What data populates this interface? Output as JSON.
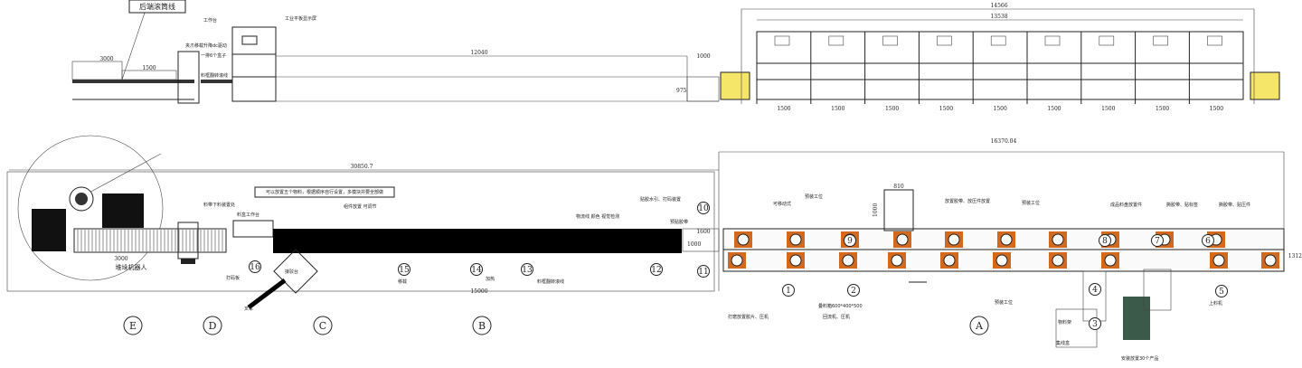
{
  "title_box": "后端滚筒线",
  "top_view": {
    "dims": {
      "d3000": "3000",
      "d1500": "1500",
      "d12040": "12040",
      "d1000": "1000",
      "d14566": "14566",
      "d13538": "13538",
      "module_pitch": "1500",
      "height": "975"
    },
    "machine_labels": [
      "工作台",
      "工业平板显示屏",
      "夹爪移载升降dc驱动",
      "一排6个盒子",
      "料框翻转滚线"
    ],
    "module_count": 9
  },
  "plan_view": {
    "dims": {
      "total": "30850.7",
      "right_total": "16370.04",
      "d810": "810",
      "d1000": "1000",
      "d15000": "15000",
      "d3000": "3000",
      "d1600": "1600",
      "d1312": "1312",
      "d1000b": "1000"
    },
    "robot_label": "堆垛机器人",
    "note_box": "可以放置五个物料，根据顺序自行设置，多模块并要全部做",
    "callouts": [
      "料带下料装置处",
      "料盒工作台",
      "组件放置 可调节",
      "物流线 颜色 视觉检测",
      "贴胶水引、打码装置",
      "预贴胶带",
      "接驳台",
      "叉车",
      "打码板",
      "加热",
      "移载",
      "料框翻转滚线",
      "可移动式",
      "预装工位",
      "放置胶带、放压件放置",
      "预装工位",
      "预装工位",
      "成品料盘放置件",
      "撕胶带、贴标签",
      "撕胶带、贴压件",
      "打磨放置胶片、压机",
      "回流机、压机",
      "叠料箱600*400*500",
      "物料架",
      "集线盒",
      "安装放置30个产品",
      "上料机"
    ],
    "section_labels": [
      "A",
      "B",
      "C",
      "D",
      "E"
    ],
    "station_numbers": [
      "1",
      "2",
      "3",
      "4",
      "5",
      "6",
      "7",
      "8",
      "9",
      "10",
      "11",
      "12",
      "13",
      "14",
      "15",
      "16"
    ]
  },
  "colors": {
    "fixture": "#d2691e",
    "yellow_guard": "#f5e66a",
    "bar": "#000000"
  }
}
